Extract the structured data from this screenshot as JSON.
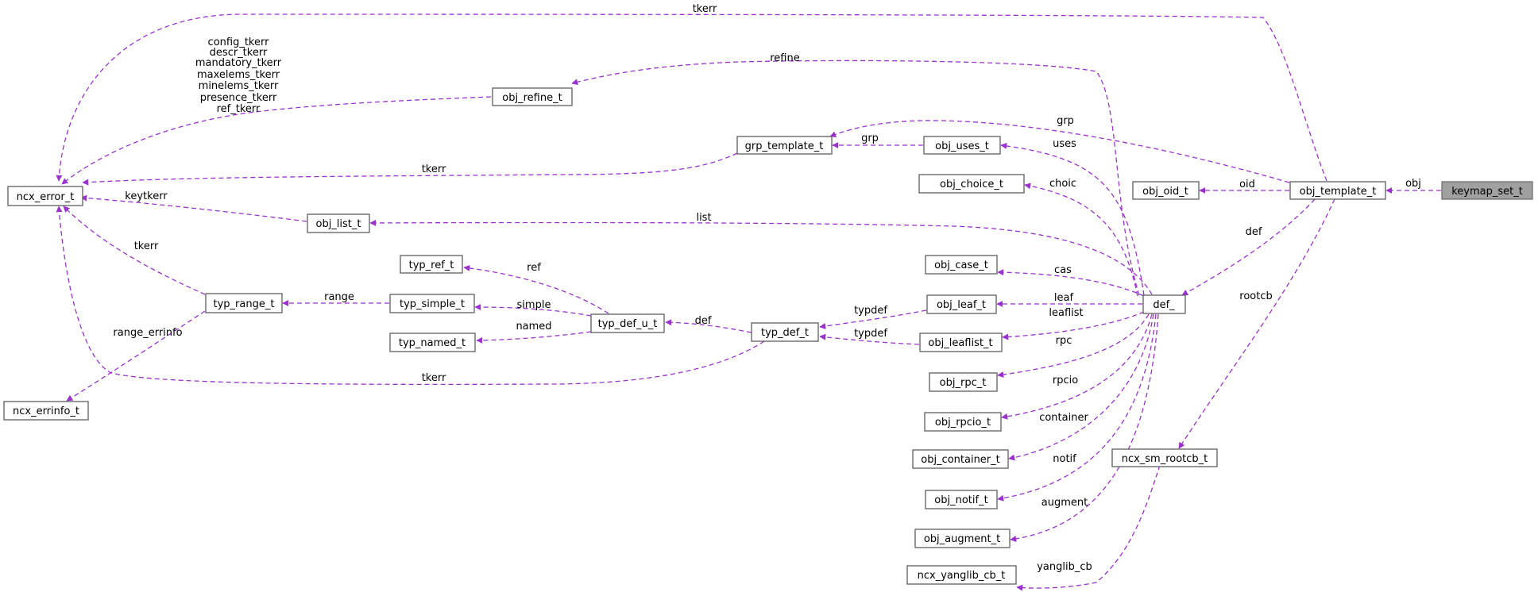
{
  "diagram": {
    "arrow_color": "#9a32cd",
    "root_fill": "#a0a0a0",
    "nodes": {
      "keymap_set_t": "keymap_set_t",
      "obj_template_t": "obj_template_t",
      "obj_oid_t": "obj_oid_t",
      "def_": "def_",
      "ncx_sm_rootcb_t": "ncx_sm_rootcb_t",
      "ncx_yanglib_cb_t": "ncx_yanglib_cb_t",
      "ncx_error_t": "ncx_error_t",
      "ncx_errinfo_t": "ncx_errinfo_t",
      "obj_refine_t": "obj_refine_t",
      "grp_template_t": "grp_template_t",
      "obj_uses_t": "obj_uses_t",
      "obj_choice_t": "obj_choice_t",
      "obj_list_t": "obj_list_t",
      "obj_case_t": "obj_case_t",
      "obj_leaf_t": "obj_leaf_t",
      "obj_leaflist_t": "obj_leaflist_t",
      "obj_rpc_t": "obj_rpc_t",
      "obj_rpcio_t": "obj_rpcio_t",
      "obj_container_t": "obj_container_t",
      "obj_notif_t": "obj_notif_t",
      "obj_augment_t": "obj_augment_t",
      "typ_def_t": "typ_def_t",
      "typ_def_u_t": "typ_def_u_t",
      "typ_ref_t": "typ_ref_t",
      "typ_simple_t": "typ_simple_t",
      "typ_named_t": "typ_named_t",
      "typ_range_t": "typ_range_t"
    },
    "edges": {
      "obj": "obj",
      "oid": "oid",
      "def_1": "def",
      "rootcb": "rootcb",
      "grp_top": "grp",
      "tkerr_top": "tkerr",
      "yanglib_cb": "yanglib_cb",
      "refine": "refine",
      "refine_tkerr_lines": [
        "config_tkerr",
        "descr_tkerr",
        "mandatory_tkerr",
        "maxelems_tkerr",
        "minelems_tkerr",
        "presence_tkerr",
        "ref_tkerr"
      ],
      "grp_mid": "grp",
      "tkerr_grp": "tkerr",
      "uses": "uses",
      "choic": "choic",
      "list": "list",
      "keytkerr": "keytkerr",
      "cas": "cas",
      "leaf": "leaf",
      "leaflist": "leaflist",
      "rpc": "rpc",
      "rpcio": "rpcio",
      "container": "container",
      "notif": "notif",
      "augment": "augment",
      "typdef_leaf": "typdef",
      "typdef_leaflist": "typdef",
      "def_2": "def",
      "tkerr_typdef": "tkerr",
      "ref": "ref",
      "simple": "simple",
      "named": "named",
      "range": "range",
      "tkerr_range": "tkerr",
      "range_errinfo": "range_errinfo"
    }
  }
}
